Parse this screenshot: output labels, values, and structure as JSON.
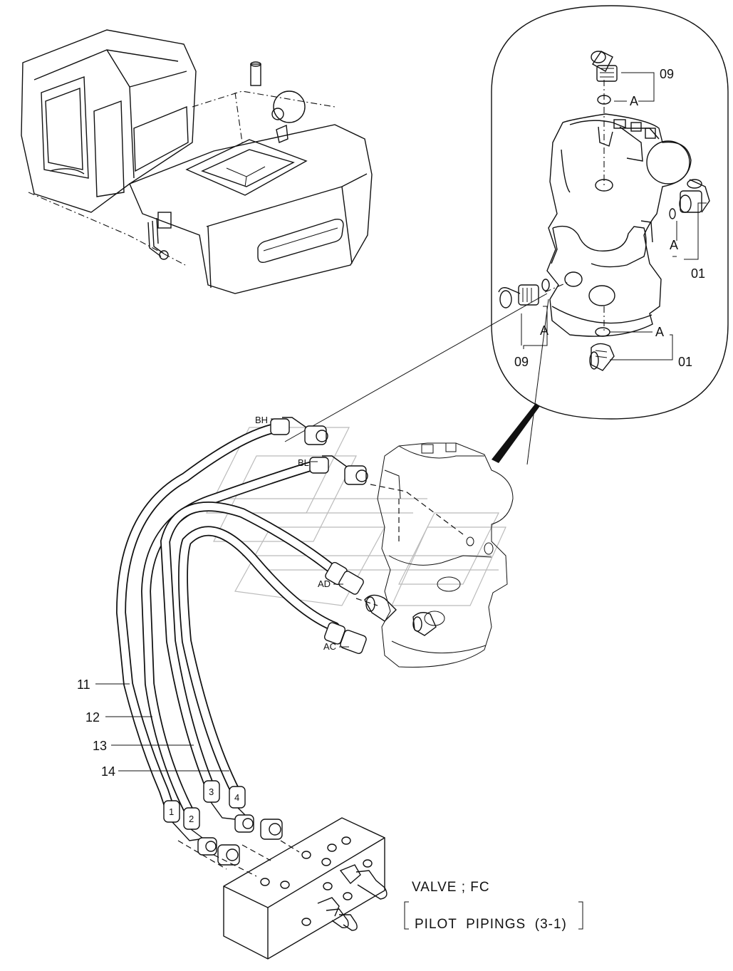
{
  "callouts": {
    "part_09_top": "09",
    "part_01_right": "01",
    "part_09_bottom": "09",
    "part_01_bottom": "01",
    "ref_a": "A",
    "hose_11": "11",
    "hose_12": "12",
    "hose_13": "13",
    "hose_14": "14"
  },
  "ports": {
    "bh": "BH",
    "bl": "BL",
    "ad": "AD",
    "ac": "AC"
  },
  "hose_tags": [
    "1",
    "2",
    "3",
    "4"
  ],
  "caption": {
    "line1": "VALVE ; FC",
    "line2": "PILOT  PIPINGS  (3-1)"
  }
}
